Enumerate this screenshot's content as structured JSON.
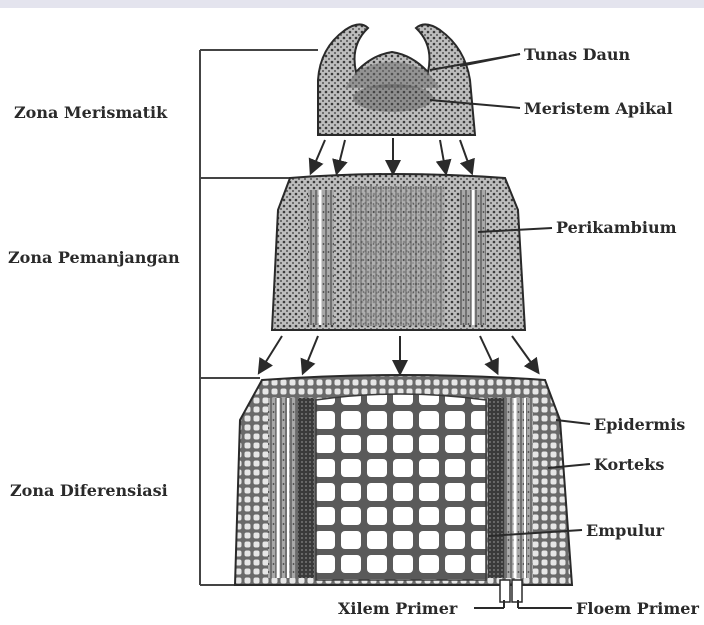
{
  "zones": {
    "meristematic": "Zona Merismatik",
    "elongation": "Zona Pemanjangan",
    "differentiation": "Zona Diferensiasi"
  },
  "parts": {
    "leaf_buds": "Tunas Daun",
    "apical_meristem": "Meristem Apikal",
    "pericambium": "Perikambium",
    "epidermis": "Epidermis",
    "cortex": "Korteks",
    "pith": "Empulur",
    "primary_xylem": "Xilem Primer",
    "primary_phloem": "Floem Primer"
  },
  "colors": {
    "ink": "#2a2a2a",
    "tissue": "#4a4a4a",
    "tissue_light": "#8a8a8a",
    "background": "#ffffff"
  }
}
